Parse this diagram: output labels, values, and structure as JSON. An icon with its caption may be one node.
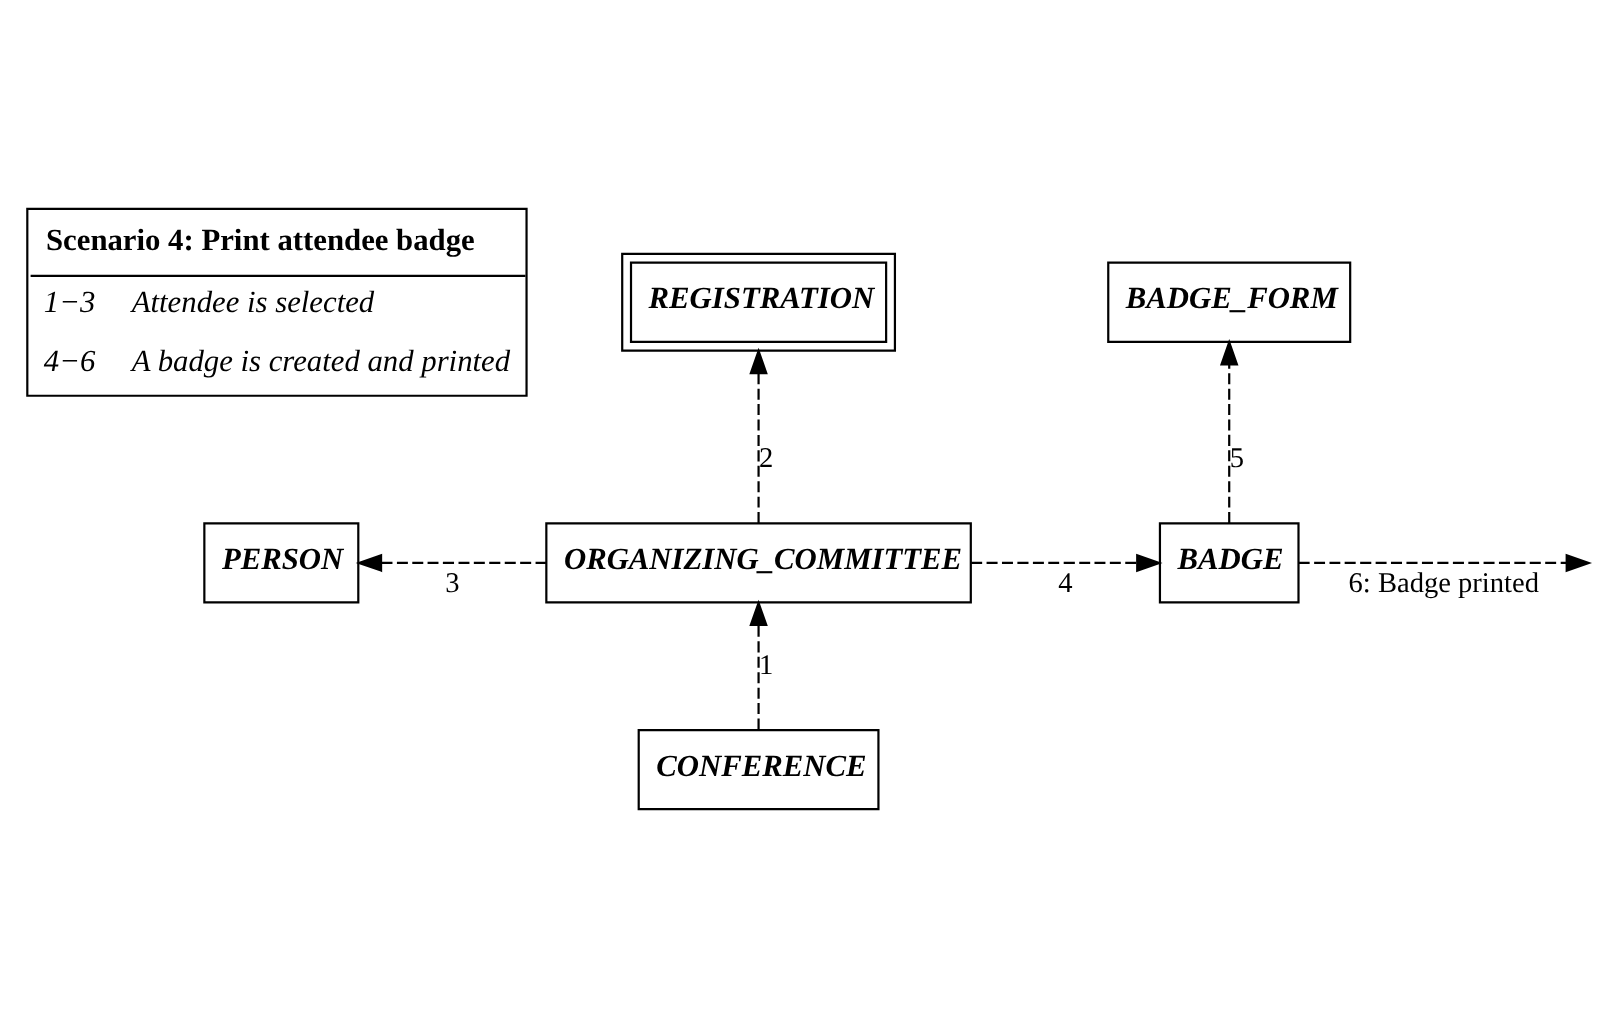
{
  "diagram": {
    "nodes": [
      {
        "text": [
          "Scenario 4: Print attendee badge",
          "1−3",
          "Attendee is selected",
          "4−6",
          "A badge is created and printed"
        ]
      },
      {
        "text": [
          "REGISTRATION"
        ]
      },
      {
        "text": [
          "BADGE_FORM"
        ]
      },
      {
        "text": [
          "PERSON"
        ]
      },
      {
        "text": [
          "ORGANIZING_COMMITTEE"
        ]
      },
      {
        "text": [
          "BADGE"
        ]
      },
      {
        "text": [
          "CONFERENCE"
        ]
      }
    ],
    "edges": [
      {
        "from": 6,
        "to": 4,
        "arrow": "to",
        "label": "1",
        "style": "dashed"
      },
      {
        "from": 4,
        "to": 1,
        "arrow": "to",
        "label": "2",
        "style": "dashed"
      },
      {
        "from": 4,
        "to": 3,
        "arrow": "to",
        "label": "3",
        "style": "dashed"
      },
      {
        "from": 4,
        "to": 5,
        "arrow": "to",
        "label": "4",
        "style": "dashed"
      },
      {
        "from": 5,
        "to": 2,
        "arrow": "to",
        "label": "5",
        "style": "dashed"
      },
      {
        "from": 5,
        "to": null,
        "arrow": "to",
        "label": "6: Badge printed",
        "style": "dashed"
      }
    ]
  }
}
